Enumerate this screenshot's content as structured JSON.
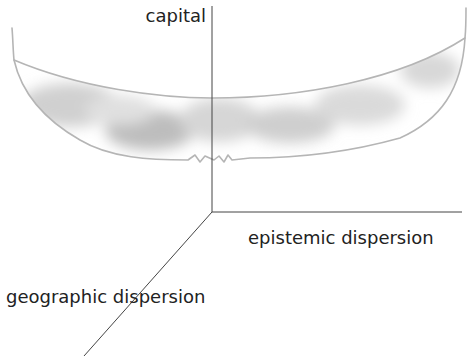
{
  "diagram": {
    "labels": [
      "capital",
      "epistemic dispersion",
      "geographic dispersion"
    ]
  }
}
